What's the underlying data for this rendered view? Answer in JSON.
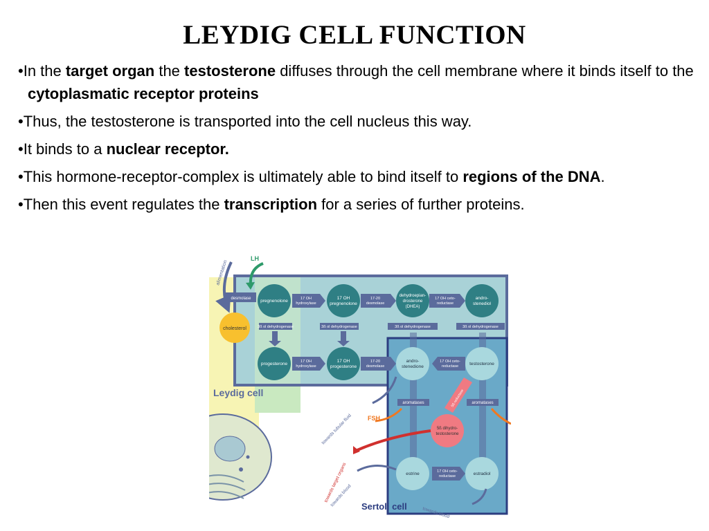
{
  "slide": {
    "title": "LEYDIG CELL FUNCTION",
    "bullets": [
      {
        "segments": [
          {
            "text": "•In the ",
            "bold": false
          },
          {
            "text": "target organ",
            "bold": true
          },
          {
            "text": " the ",
            "bold": false
          },
          {
            "text": "testosterone",
            "bold": true
          },
          {
            "text": " diffuses through the cell membrane where it binds itself to the ",
            "bold": false
          },
          {
            "text": "cytoplasmatic receptor proteins",
            "bold": true
          }
        ]
      },
      {
        "segments": [
          {
            "text": "•Thus, the testosterone is transported into the cell nucleus this way.",
            "bold": false
          }
        ]
      },
      {
        "segments": [
          {
            "text": "•It binds to a ",
            "bold": false
          },
          {
            "text": "nuclear receptor.",
            "bold": true
          }
        ]
      },
      {
        "segments": [
          {
            "text": "•This hormone-receptor-complex is ultimately able to bind itself to ",
            "bold": false
          },
          {
            "text": "regions of the DNA",
            "bold": true
          },
          {
            "text": ".",
            "bold": false
          }
        ]
      },
      {
        "segments": [
          {
            "text": "•Then this event regulates the ",
            "bold": false
          },
          {
            "text": "transcription",
            "bold": true
          },
          {
            "text": " for a series of further proteins.",
            "bold": false
          }
        ]
      }
    ]
  },
  "diagram": {
    "lh": "LH",
    "fsh": "FSH",
    "alimentation": "alimentation",
    "cholesterol": "cholesterol",
    "desmolase": "desmolase",
    "leydig_cell": "Leydig cell",
    "sertoli_cell": "Sertoli cell",
    "nodes": {
      "pregnenolone": "pregnenolone",
      "oh_pregnenolone": [
        "17 OH",
        "pregnenolone"
      ],
      "dhea": [
        "dehydroepian-",
        "drosterone",
        "(DHEA)"
      ],
      "androstenediol": [
        "andro-",
        "stenediol"
      ],
      "progesterone": "progesterone",
      "oh_progesterone": [
        "17 OH",
        "progesterone"
      ],
      "androstenedione": [
        "andro-",
        "stenedione"
      ],
      "testosterone": "testosterone",
      "dihydrotestosterone": [
        "5ß dihydro-",
        "testosterone"
      ],
      "estrine": "estrine",
      "estradiol": "estradiol"
    },
    "enzymes": {
      "hydroxylase_top": [
        "17 OH",
        "hydroxylase"
      ],
      "desmolase_top": [
        "17-20",
        "desmolase"
      ],
      "cetoreductase_top": [
        "17 OH ceto-",
        "reductase"
      ],
      "hydroxylase_bottom": [
        "17 OH",
        "hydroxylase"
      ],
      "desmolase_bottom": [
        "17-20",
        "desmolase"
      ],
      "cetoreductase_mid": [
        "17 OH ceto-",
        "reductase"
      ],
      "dehydrogenase": "3ß ol dehydrogenase",
      "aromatases": "aromatases",
      "reductase_5b": "5ß reductase",
      "cetoreductase_low": [
        "17 OH ceto-",
        "reductase"
      ]
    },
    "towards_tubular_fluid": "towards tubular fluid",
    "towards_target_organs": "towards target organs",
    "towards_blood": "towards blood",
    "towards_blood_2": "towards blood",
    "colors": {
      "leydig_bg": "#a9d2d7",
      "sertoli_bg": "#6aa9c8",
      "border": "#5b6b9c",
      "node": "#2f7f84",
      "node_light": "#a9d8de",
      "cholesterol": "#f8c02e",
      "dht": "#f07a82",
      "lh_arrow": "#2e9a6a",
      "fsh_arrow": "#f07820",
      "red_arrow": "#d0302e",
      "green_band": "#c9e9c0",
      "yellow_band": "#f7f4b4"
    }
  }
}
